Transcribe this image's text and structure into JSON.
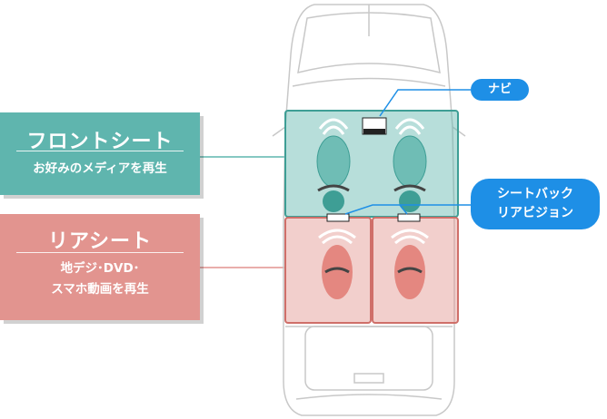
{
  "labels": {
    "front_title": "フロントシート",
    "front_sub": "お好みのメディアを再生",
    "rear_title": "リアシート",
    "rear_sub_line1": "地デジ･DVD･",
    "rear_sub_line2": "スマホ動画を再生",
    "navi": "ナビ",
    "seatback_line1": "シートバック",
    "seatback_line2": "リアビジョン"
  },
  "colors": {
    "front": "#5fb5ae",
    "rear": "#e2948f",
    "callout": "#1e8fe6",
    "car_outline": "#c8c8c8"
  }
}
